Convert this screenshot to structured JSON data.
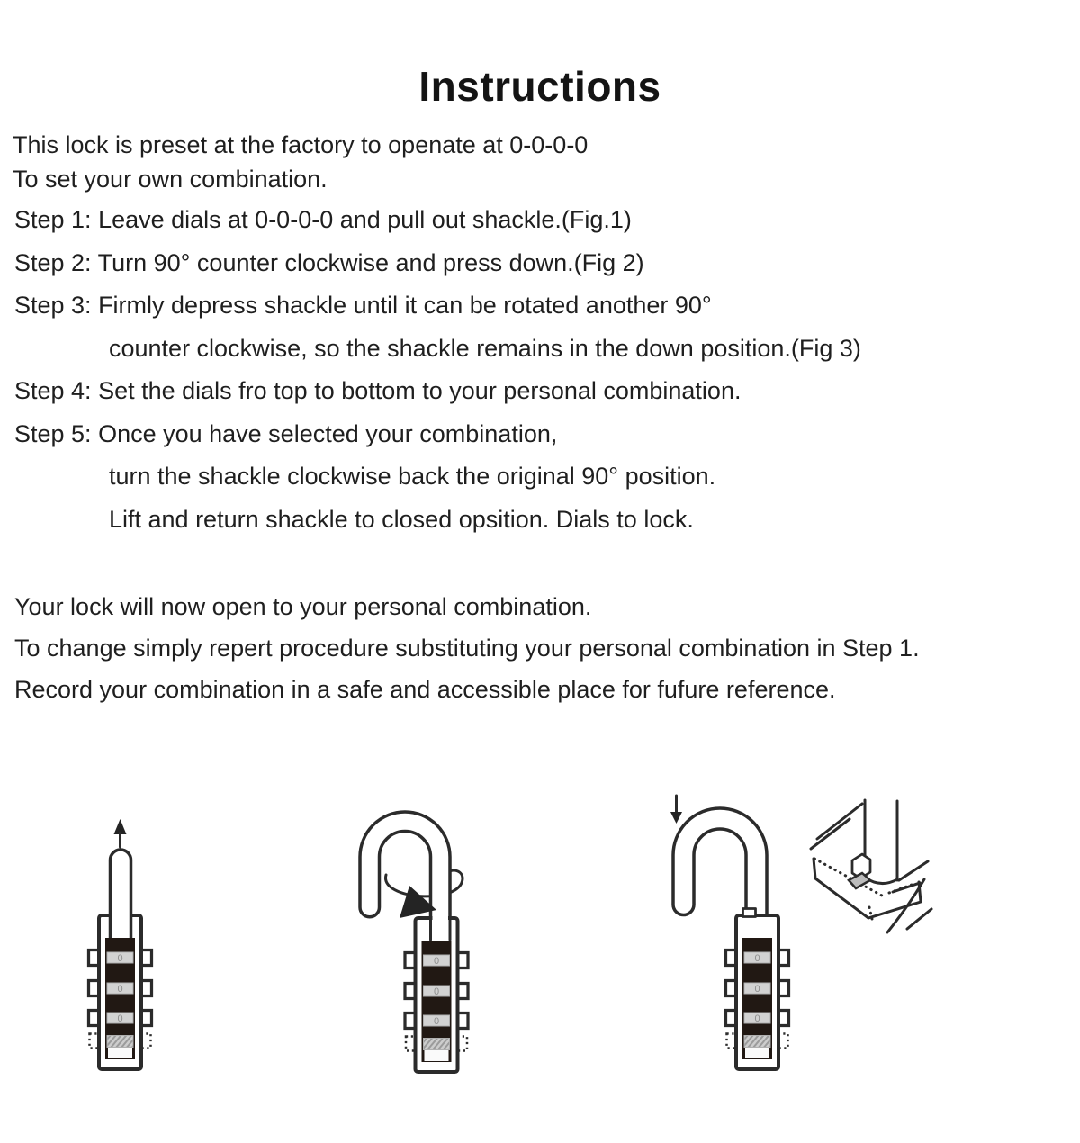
{
  "title": "Instructions",
  "intro": [
    "This lock is preset at the factory to openate at 0-0-0-0",
    "To set your own combination."
  ],
  "steps": [
    {
      "text": "Step 1: Leave dials at 0-0-0-0 and pull out shackle.(Fig.1)"
    },
    {
      "text": "Step 2: Turn 90° counter clockwise and press down.(Fig 2)"
    },
    {
      "text": "Step 3: Firmly depress shackle until it can be rotated another 90°"
    },
    {
      "text": "counter clockwise, so the shackle remains in the down position.(Fig 3)"
    },
    {
      "text": "Step 4: Set the dials fro top to bottom to your personal combination."
    },
    {
      "text": "Step 5: Once you have selected your combination,"
    },
    {
      "text": "turn the shackle clockwise back the original 90° position."
    },
    {
      "text": "Lift and return shackle to closed opsition. Dials to lock."
    }
  ],
  "outro": [
    "Your lock will now open to your personal combination.",
    "To change simply repert procedure substituting your personal combination in Step 1.",
    "Record your combination in a safe and accessible place for fufure reference."
  ],
  "figures": {
    "dial_digit": "0",
    "icons": [
      "up-arrow-icon",
      "rotate-counterclockwise-arrow-icon",
      "down-arrow-icon"
    ]
  },
  "colors": {
    "ink": "#1f1f1f",
    "line_art": "#2b2b2b",
    "dial_panel": "#211813",
    "dial_wheel": "#d2d2d2",
    "background": "#ffffff"
  }
}
